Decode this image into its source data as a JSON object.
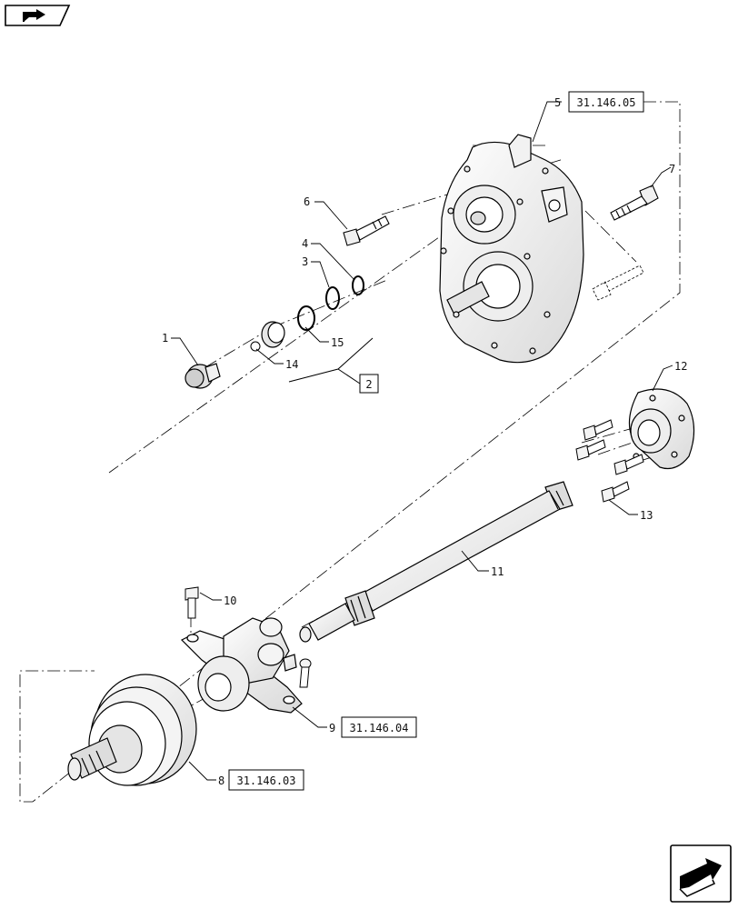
{
  "callouts": {
    "c1": "1",
    "c2": "2",
    "c3": "3",
    "c4": "4",
    "c5": "5",
    "c6": "6",
    "c7": "7",
    "c8": "8",
    "c9": "9",
    "c10": "10",
    "c11": "11",
    "c12": "12",
    "c13": "13",
    "c14": "14",
    "c15": "15"
  },
  "references": {
    "ref5": "31.146.05",
    "ref9": "31.146.04",
    "ref8": "31.146.03"
  },
  "icons": {
    "top_left": "return-arrow-icon",
    "bottom_right": "next-page-arrow-icon"
  }
}
